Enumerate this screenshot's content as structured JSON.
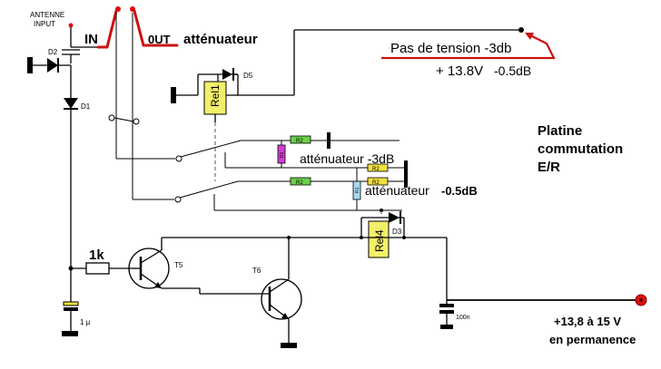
{
  "labels": {
    "antenna_line1": "ANTENNE",
    "antenna_line2": "INPUT",
    "in": "IN",
    "out": "0UT",
    "attenuator_title": "atténuateur",
    "note_line1": "Pas de tension -3db",
    "note_line2_voltage": "+ 13.8V",
    "note_line2_db": "-0.5dB",
    "board_line1": "Platine",
    "board_line2": "commutation",
    "board_line3": "E/R",
    "att_3db": "atténuateur -3dB",
    "att_05db_text": "atténuateur",
    "att_05db_value": "-0.5dB",
    "supply_line1": "+13,8 à 15 V",
    "supply_line2": "en permanence"
  },
  "components": {
    "d2": "D2",
    "d1": "D1",
    "d5": "D5",
    "d3": "D3",
    "rel1": "Rel1",
    "rel4": "Rel4",
    "t5": "T5",
    "t6": "T6",
    "r_1k": "1k",
    "r2_a": "R2",
    "r2_b": "R2",
    "r2_c": "R2",
    "r2_d": "R2",
    "r1_a": "R1",
    "r1_b": "R1",
    "cap_1u": "1 µ",
    "cap_100n": "100n"
  },
  "colors": {
    "red_wire": "#cc1111",
    "relay_yellow": "#f2ef6a",
    "resistor_green": "#6ad04a",
    "resistor_yellow": "#f0e040",
    "resistor_magenta": "#d040d0",
    "resistor_blue": "#a8d8f0",
    "terminal_red": "#dd1111"
  }
}
